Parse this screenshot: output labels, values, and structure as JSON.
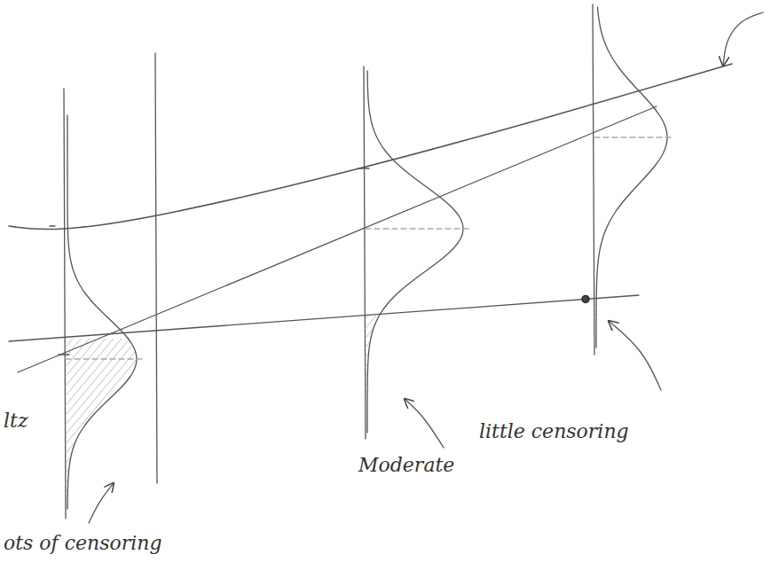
{
  "diagram": {
    "labels": [
      "ltz",
      "ots of censoring",
      "Moderate",
      "little censoring"
    ]
  }
}
